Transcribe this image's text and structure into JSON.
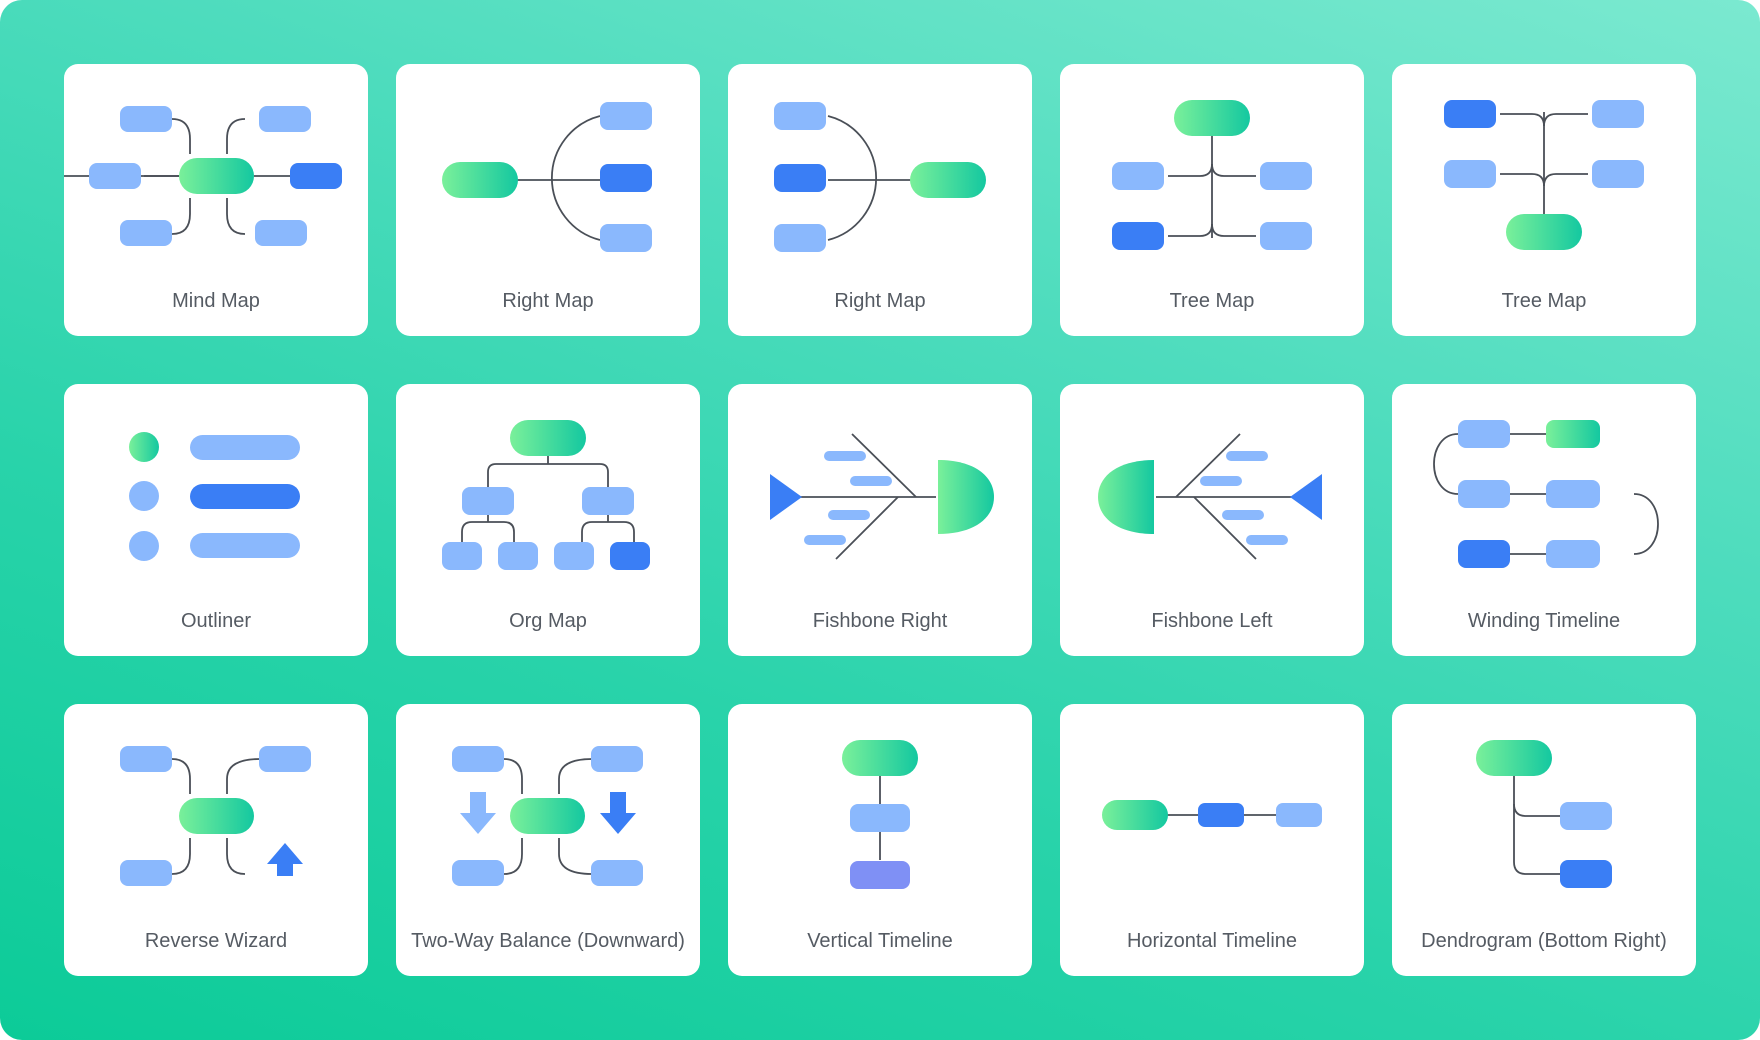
{
  "colors": {
    "light_box": "#8ab8fd",
    "dark_box": "#3a7ef5",
    "purple_box": "#7f90f5",
    "gradient_start": "#7af09a",
    "gradient_end": "#14c8a0",
    "line": "#4a4f57",
    "label_text": "#555b63",
    "background_start": "#0ccb98",
    "background_end": "#7be9d0"
  },
  "templates": [
    {
      "label": "Mind Map",
      "icon": "mind-map-icon"
    },
    {
      "label": "Right Map",
      "icon": "right-map-icon"
    },
    {
      "label": "Right Map",
      "icon": "left-map-icon"
    },
    {
      "label": "Tree Map",
      "icon": "tree-map-down-icon"
    },
    {
      "label": "Tree Map",
      "icon": "tree-map-up-icon"
    },
    {
      "label": "Outliner",
      "icon": "outliner-icon"
    },
    {
      "label": "Org Map",
      "icon": "org-map-icon"
    },
    {
      "label": "Fishbone Right",
      "icon": "fishbone-right-icon"
    },
    {
      "label": "Fishbone Left",
      "icon": "fishbone-left-icon"
    },
    {
      "label": "Winding Timeline",
      "icon": "winding-timeline-icon"
    },
    {
      "label": "Reverse Wizard",
      "icon": "reverse-wizard-icon"
    },
    {
      "label": "Two-Way Balance (Downward)",
      "icon": "two-way-balance-icon"
    },
    {
      "label": "Vertical Timeline",
      "icon": "vertical-timeline-icon"
    },
    {
      "label": "Horizontal Timeline",
      "icon": "horizontal-timeline-icon"
    },
    {
      "label": "Dendrogram (Bottom Right)",
      "icon": "dendrogram-icon"
    }
  ]
}
